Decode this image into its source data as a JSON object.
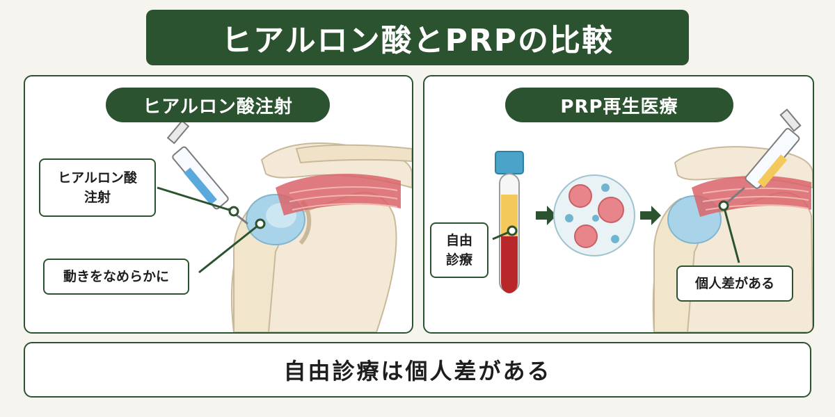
{
  "title": "ヒアルロン酸とPRPの比較",
  "left_panel": {
    "title": "ヒアルロン酸注射",
    "label_injection_line1": "ヒアルロン酸",
    "label_injection_line2": "注射",
    "label_smooth": "動きをなめらかに"
  },
  "right_panel": {
    "title": "PRP再生医療",
    "label_self_pay_line1": "自由",
    "label_self_pay_line2": "診療",
    "label_variation": "個人差がある"
  },
  "summary": "自由診療は個人差がある",
  "colors": {
    "brand_green": "#2c5330",
    "bone": "#f3e9d6",
    "cartilage_blue": "#a9d3e8",
    "muscle_red": "#d9646a",
    "hyaluronic_fluid": "#5aa9dd",
    "prp_plasma": "#f2c95a",
    "blood_red": "#b8282a"
  }
}
